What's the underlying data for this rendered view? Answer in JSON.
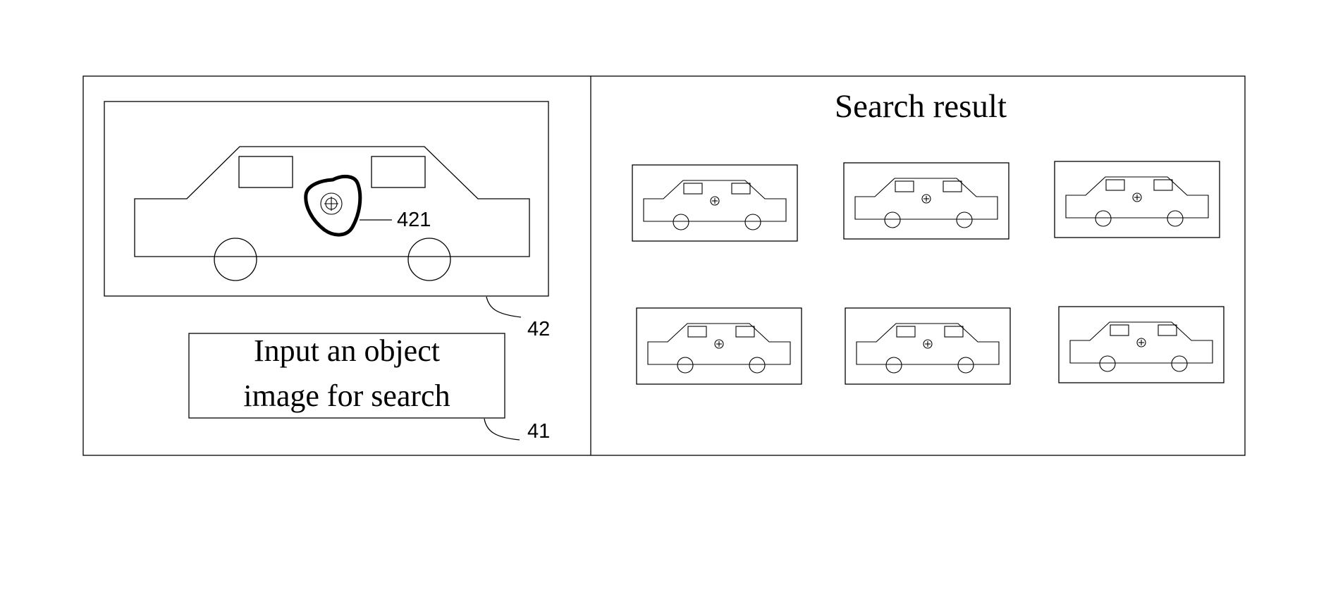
{
  "input_panel": {
    "caption_line1": "Input an object",
    "caption_line2": "image for search",
    "ref_preview": "42",
    "ref_caption": "41",
    "ref_selection": "421"
  },
  "result_panel": {
    "title": "Search result",
    "result_count": 6
  }
}
